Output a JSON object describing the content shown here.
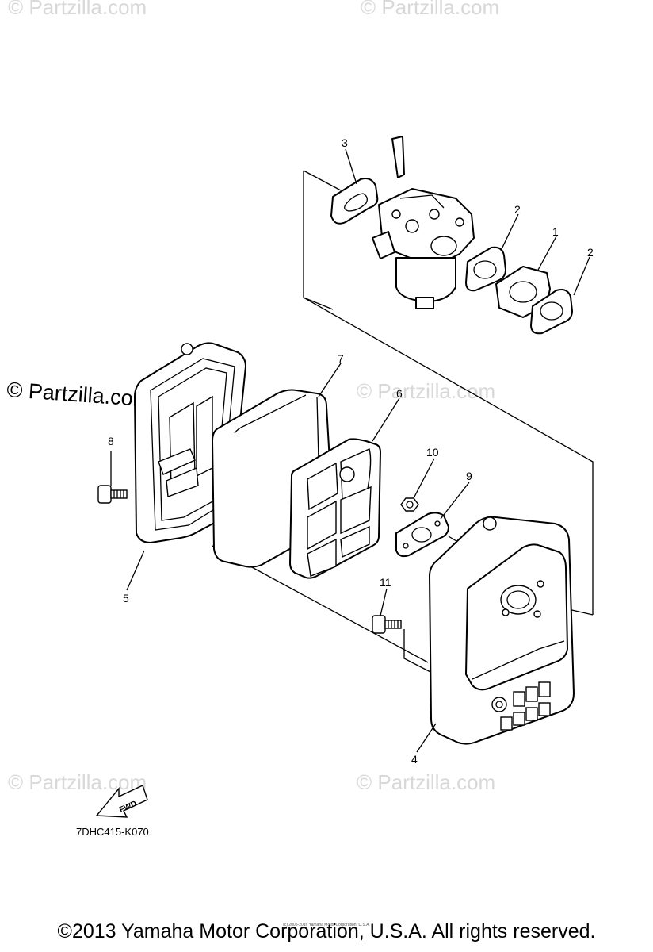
{
  "watermarks": {
    "main": "© Partzilla.com",
    "faint": "© Partzilla.com"
  },
  "callouts": [
    "1",
    "2",
    "2",
    "3",
    "4",
    "5",
    "6",
    "7",
    "8",
    "9",
    "10",
    "11"
  ],
  "fwd_label": "FWD",
  "diagram_code": "7DHC415-K070",
  "copyright": "©2013 Yamaha Motor Corporation, U.S.A. All rights reserved.",
  "copyright_small": "(c) 2005-2016 Yamaha Motor Corporation, U.S.A."
}
